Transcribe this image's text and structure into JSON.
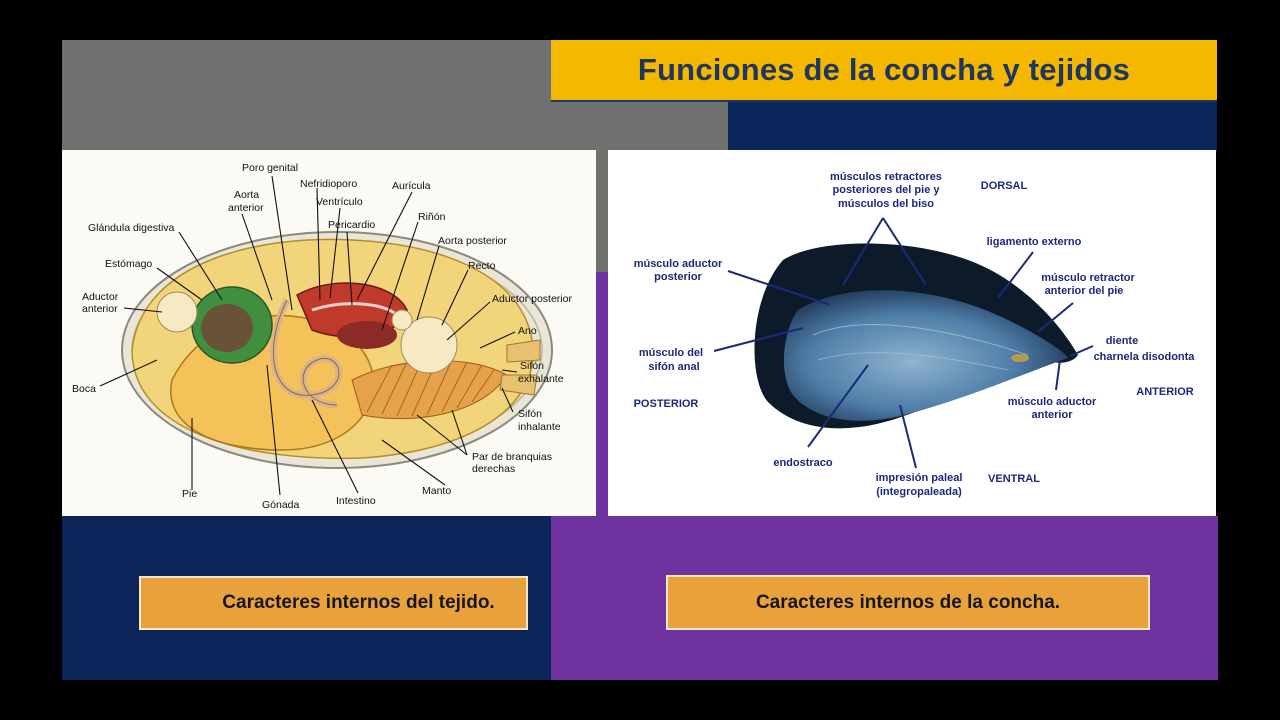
{
  "slide": {
    "title": "Funciones de la concha y tejidos",
    "colors": {
      "gray": "#6f716f",
      "navy": "#0b2559",
      "purple": "#6f33a0",
      "title_bg": "#f5b800",
      "caption_bg": "#e9a23b"
    }
  },
  "left_diagram": {
    "labels": {
      "poro_genital": "Poro genital",
      "nefridioporo": "Nefridioporo",
      "auricula": "Aurícula",
      "aorta_anterior_1": "Aorta",
      "aorta_anterior_2": "anterior",
      "ventriculo": "Ventrículo",
      "glandula": "Glándula digestiva",
      "pericardio": "Pericardio",
      "rinon": "Riñón",
      "aorta_posterior": "Aorta posterior",
      "estomago": "Estómago",
      "recto": "Recto",
      "aductor_ant_1": "Aductor",
      "aductor_ant_2": "anterior",
      "aductor_posterior": "Aductor posterior",
      "ano": "Ano",
      "sifon_ex_1": "Sifón",
      "sifon_ex_2": "exhalante",
      "boca": "Boca",
      "sifon_in_1": "Sifón",
      "sifon_in_2": "inhalante",
      "branquias_1": "Par de branquias",
      "branquias_2": "derechas",
      "manto": "Manto",
      "pie": "Pie",
      "gonada": "Gónada",
      "intestino": "Intestino"
    }
  },
  "right_diagram": {
    "labels": {
      "retractores_1": "músculos retractores",
      "retractores_2": "posteriores del pie y",
      "retractores_3": "músculos del biso",
      "dorsal": "DORSAL",
      "ligamento": "ligamento externo",
      "aductor_post_1": "músculo aductor",
      "aductor_post_2": "posterior",
      "retractor_ant_1": "músculo retractor",
      "retractor_ant_2": "anterior del pie",
      "diente_1": "diente",
      "diente_2": "charnela disodonta",
      "sifon_anal_1": "músculo del",
      "sifon_anal_2": "sifón anal",
      "anterior": "ANTERIOR",
      "aductor_ant_1": "músculo aductor",
      "aductor_ant_2": "anterior",
      "posterior": "POSTERIOR",
      "endostraco": "endostraco",
      "impresion_1": "impresión paleal",
      "impresion_2": "(integropaleada)",
      "ventral": "VENTRAL"
    }
  },
  "captions": {
    "left": "Caracteres internos del tejido.",
    "right": "Caracteres internos de la concha."
  }
}
